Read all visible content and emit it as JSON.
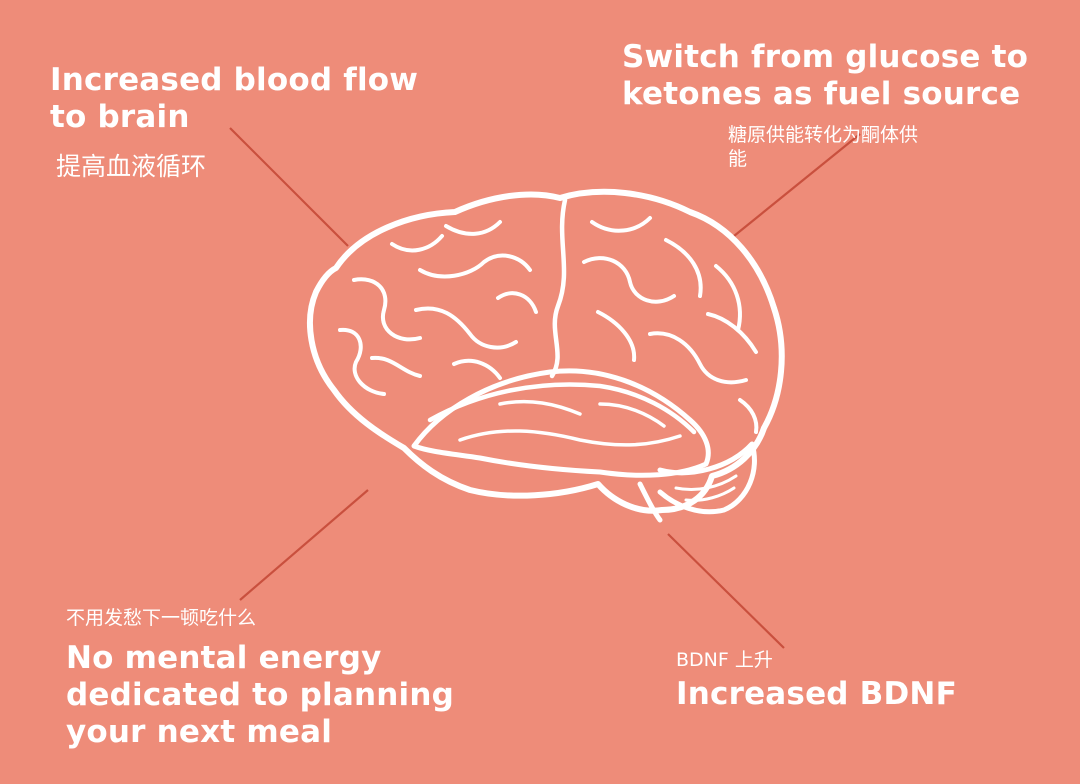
{
  "colors": {
    "background": "#EE8C79",
    "text": "#FFFFFF",
    "connector": "#C9503E",
    "brain_outline": "#FFFFFF"
  },
  "icons": {
    "brain": "brain-icon"
  },
  "callouts": {
    "top_left": {
      "en_line1": "Increased blood flow",
      "en_line2": "to brain",
      "zh": "提高血液循环"
    },
    "top_right": {
      "en_line1": "Switch from glucose to",
      "en_line2": "ketones as fuel source",
      "zh_line1": "糖原供能转化为酮体供",
      "zh_line2": "能"
    },
    "bottom_left": {
      "zh": "不用发愁下一顿吃什么",
      "en_line1": "No mental energy",
      "en_line2": "dedicated to planning",
      "en_line3": "your next meal"
    },
    "bottom_right": {
      "zh": "BDNF 上升",
      "en": "Increased BDNF"
    }
  }
}
